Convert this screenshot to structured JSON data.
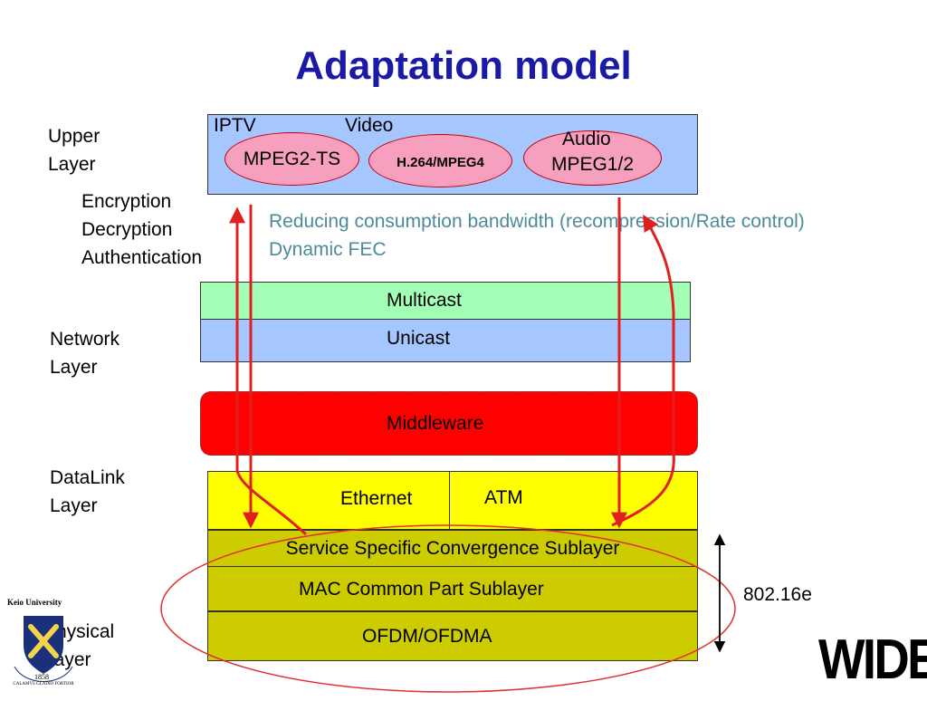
{
  "title": "Adaptation model",
  "layers": {
    "upper": [
      "Upper",
      "Layer"
    ],
    "network": [
      "Network",
      "Layer"
    ],
    "datalink": [
      "DataLink",
      "Layer"
    ],
    "physical": [
      "Physical",
      "Layer"
    ]
  },
  "security": [
    "Encryption",
    "Decryption",
    "Authentication"
  ],
  "upper_box": {
    "iptv": "IPTV",
    "video": "Video",
    "audio": "Audio",
    "codecs": [
      "MPEG2-TS",
      "H.264/MPEG4",
      "MPEG1/2"
    ]
  },
  "notes": [
    "Reducing consumption bandwidth (recompression/Rate control)",
    "Dynamic FEC"
  ],
  "network": {
    "multicast": "Multicast",
    "unicast": "Unicast"
  },
  "middleware": "Middleware",
  "datalink": {
    "ethernet": "Ethernet",
    "atm": "ATM"
  },
  "sublayers": [
    "Service Specific Convergence Sublayer",
    "MAC Common Part Sublayer",
    "OFDM/OFDMA"
  ],
  "standard": "802.16e",
  "logos": {
    "keio_name": "Keio University",
    "keio_year": "1858",
    "keio_motto": "CALAMVS GLADIO FORTIOR",
    "wide": "WIDE"
  },
  "colors": {
    "title": "#1a1aa6",
    "upper_fill": "#a6c6ff",
    "multicast_fill": "#a3ffb5",
    "unicast_fill": "#a6c6ff",
    "middleware_fill": "#ff0000",
    "datalink_fill": "#ffff00",
    "sublayer_fill": "#cccc00",
    "oval_fill": "#f79fbf",
    "arrow": "#e02020",
    "note": "#4d8a9a"
  }
}
